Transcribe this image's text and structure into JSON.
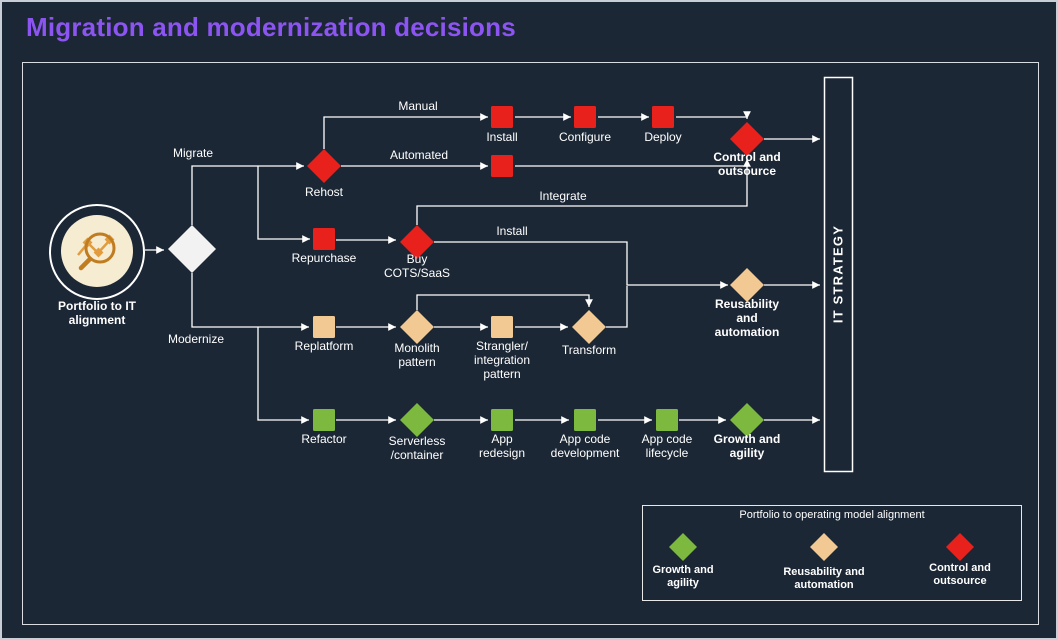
{
  "window": {
    "title": "Migration and modernization decisions"
  },
  "colors": {
    "background": "#1c2735",
    "border": "#d9dde2",
    "title": "#8c55f2",
    "line": "#ffffff",
    "red": "#e8211d",
    "tan": "#f2c993",
    "green": "#7cb93e",
    "white_node": "#f2f2f2",
    "icon_fill": "#f6ecd1",
    "icon_stroke": "#dd9b36"
  },
  "start": {
    "label": "Portfolio to IT\nalignment"
  },
  "path_labels": {
    "migrate": "Migrate",
    "modernize": "Modernize",
    "manual": "Manual",
    "automated": "Automated",
    "integrate": "Integrate",
    "install": "Install"
  },
  "migrate_row": {
    "rehost": "Rehost",
    "install": "Install",
    "configure": "Configure",
    "deploy": "Deploy",
    "repurchase": "Repurchase",
    "buy_cots": "Buy\nCOTS/SaaS",
    "control_outsource": "Control and\noutsource"
  },
  "modernize_row": {
    "replatform": "Replatform",
    "monolith": "Monolith\npattern",
    "strangler": "Strangler/\nintegration\npattern",
    "transform": "Transform",
    "reusability": "Reusability\nand\nautomation",
    "refactor": "Refactor",
    "serverless": "Serverless\n/container",
    "app_redesign": "App\nredesign",
    "app_code_dev": "App code\ndevelopment",
    "app_code_lifecycle": "App code\nlifecycle",
    "growth_agility": "Growth and\nagility"
  },
  "it_strategy": {
    "label": "IT STRATEGY"
  },
  "legend": {
    "title": "Portfolio to operating model alignment",
    "items": [
      {
        "label": "Growth and\nagility",
        "color": "#7cb93e"
      },
      {
        "label": "Reusability and\nautomation",
        "color": "#f2c993"
      },
      {
        "label": "Control and\noutsource",
        "color": "#e8211d"
      }
    ]
  }
}
